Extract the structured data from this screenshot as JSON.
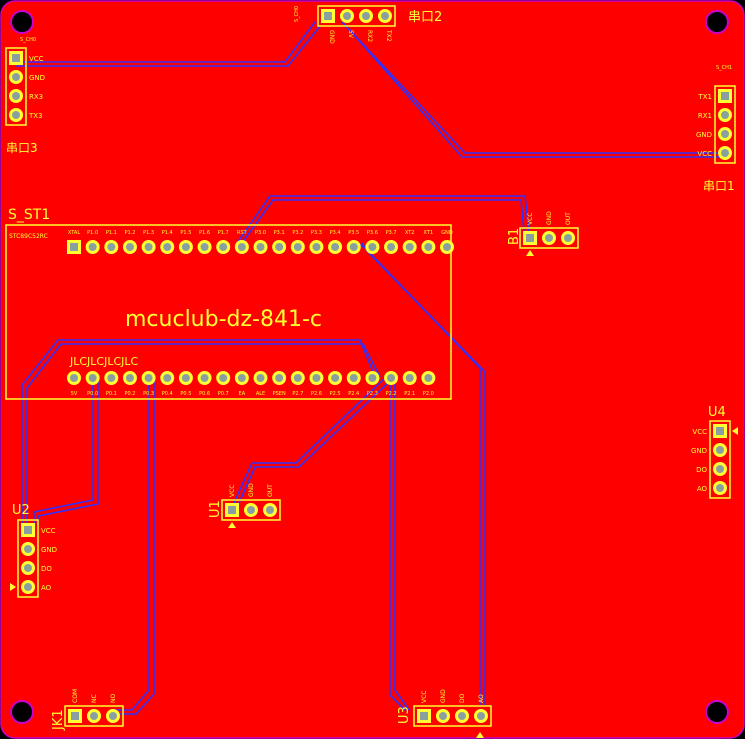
{
  "board": {
    "color": "#ff0000",
    "silk": "#ffff33",
    "trace": "#3030ff",
    "outline": "#cc00cc"
  },
  "title": "mcuclub-dz-841-c",
  "mcu": {
    "designator": "S_ST1",
    "chip_label": "STC89C52RC",
    "bottom_label": "JLCJLCJLCJLC",
    "top_pins": [
      "XTAL",
      "P1.0",
      "P1.1",
      "P1.2",
      "P1.3",
      "P1.4",
      "P1.5",
      "P1.6",
      "P1.7",
      "RST",
      "P3.0",
      "P3.1",
      "P3.2",
      "P3.3",
      "P3.4",
      "P3.5",
      "P3.6",
      "P3.7",
      "XT2",
      "XT1",
      "GND"
    ],
    "bottom_pins": [
      "5V",
      "P0.0",
      "P0.1",
      "P0.2",
      "P0.3",
      "P0.4",
      "P0.5",
      "P0.6",
      "P0.7",
      "EA",
      "ALE",
      "PSEN",
      "P2.7",
      "P2.6",
      "P2.5",
      "P2.4",
      "P2.3",
      "P2.2",
      "P2.1",
      "P2.0"
    ]
  },
  "headers": {
    "serial2": {
      "designator": "串口2",
      "ref": "S_CH0",
      "pins": [
        "GND",
        "5V",
        "RX2",
        "TX2"
      ]
    },
    "serial3": {
      "designator": "串口3",
      "ref": "S_CH0",
      "pins": [
        "VCC",
        "GND",
        "RX3",
        "TX3"
      ]
    },
    "serial1": {
      "designator": "串口1",
      "ref": "S_CH1",
      "pins": [
        "TX1",
        "RX1",
        "GND",
        "VCC"
      ]
    },
    "b1": {
      "designator": "B1",
      "pins": [
        "VCC",
        "GND",
        "OUT"
      ]
    },
    "u1": {
      "designator": "U1",
      "pins": [
        "VCC",
        "GND",
        "OUT"
      ]
    },
    "u2": {
      "designator": "U2",
      "pins": [
        "VCC",
        "GND",
        "DO",
        "AO"
      ]
    },
    "u3": {
      "designator": "U3",
      "pins": [
        "VCC",
        "GND",
        "DO",
        "AO"
      ]
    },
    "u4": {
      "designator": "U4",
      "pins": [
        "VCC",
        "GND",
        "DO",
        "AO"
      ]
    },
    "jk1": {
      "designator": "JK1",
      "pins": [
        "COM",
        "NC",
        "NO"
      ]
    }
  }
}
